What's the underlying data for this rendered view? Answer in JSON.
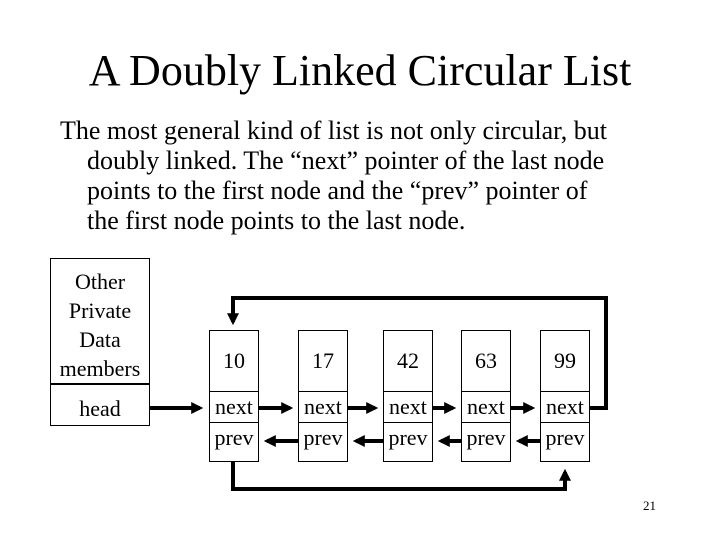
{
  "title": "A Doubly Linked Circular List",
  "paragraph": [
    "The most general kind of list is not only circular, but",
    "doubly linked.  The “next” pointer of the last node",
    "points to the first node and the “prev” pointer of",
    "the first node points to the last node."
  ],
  "object_box": [
    "Other",
    "Private",
    "Data",
    "members"
  ],
  "head_label": "head",
  "nodes": [
    {
      "value": "10",
      "next": "next",
      "prev": "prev"
    },
    {
      "value": "17",
      "next": "next",
      "prev": "prev"
    },
    {
      "value": "42",
      "next": "next",
      "prev": "prev"
    },
    {
      "value": "63",
      "next": "next",
      "prev": "prev"
    },
    {
      "value": "99",
      "next": "next",
      "prev": "prev"
    }
  ],
  "page_number": "21"
}
